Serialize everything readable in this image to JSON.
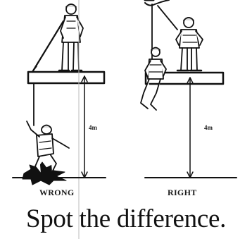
{
  "panels": {
    "left": {
      "verdict": "WRONG",
      "height": "4m"
    },
    "right": {
      "verdict": "RIGHT",
      "height": "4m"
    }
  },
  "caption": "Spot the difference.",
  "icons": [
    "worker-figure-icon",
    "falling-worker-icon",
    "suspended-worker-icon",
    "impact-burst-icon"
  ]
}
